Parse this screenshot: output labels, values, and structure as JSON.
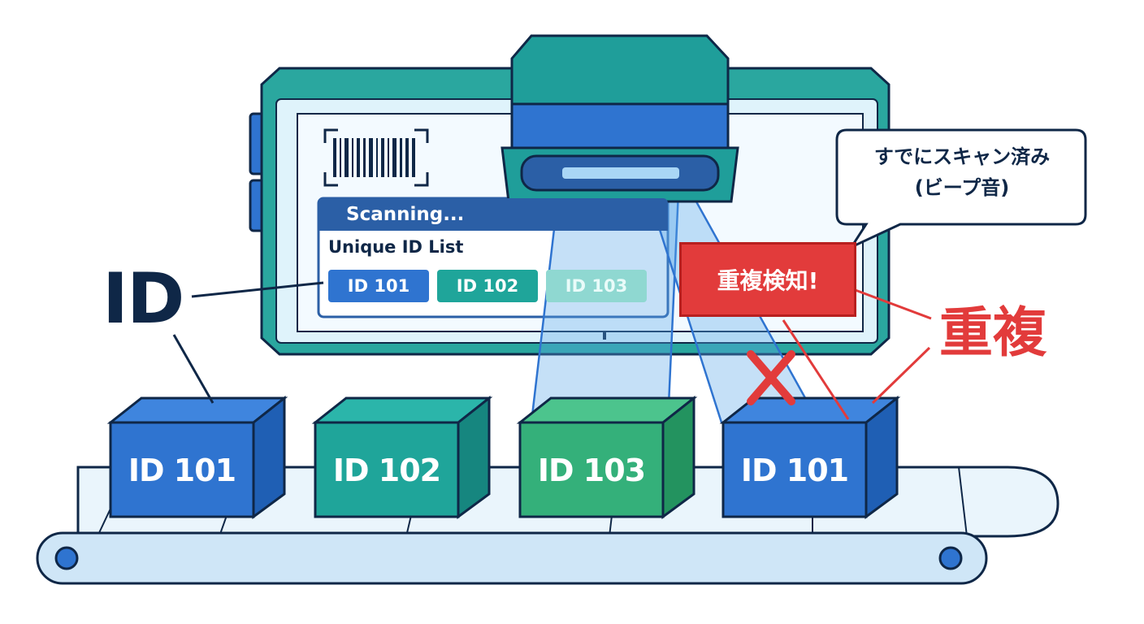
{
  "monitor": {
    "status_text": "Scanning...",
    "list_title": "Unique ID List",
    "list_ids": [
      "ID 101",
      "ID 102",
      "ID 103"
    ]
  },
  "callout_left": {
    "label": "ID"
  },
  "alert": {
    "label": "重複検知!"
  },
  "speech_bubble": {
    "line1": "すでにスキャン済み",
    "line2": "(ビープ音)"
  },
  "duplicate_label": {
    "text": "重複"
  },
  "boxes": [
    {
      "label": "ID 101",
      "color": "#2f74d0",
      "status": "ok"
    },
    {
      "label": "ID 102",
      "color": "#1fa59a",
      "status": "ok"
    },
    {
      "label": "ID 103",
      "color": "#34b07a",
      "status": "scanning"
    },
    {
      "label": "ID 101",
      "color": "#2f74d0",
      "status": "duplicate"
    }
  ],
  "colors": {
    "navy": "#0f2747",
    "teal": "#1f9e9a",
    "blue": "#2f74d0",
    "green": "#34b07a",
    "alert_red": "#e23b3b",
    "belt": "#d6ebf8"
  },
  "icons": {
    "barcode": "barcode-icon",
    "reject": "x-mark-icon"
  }
}
